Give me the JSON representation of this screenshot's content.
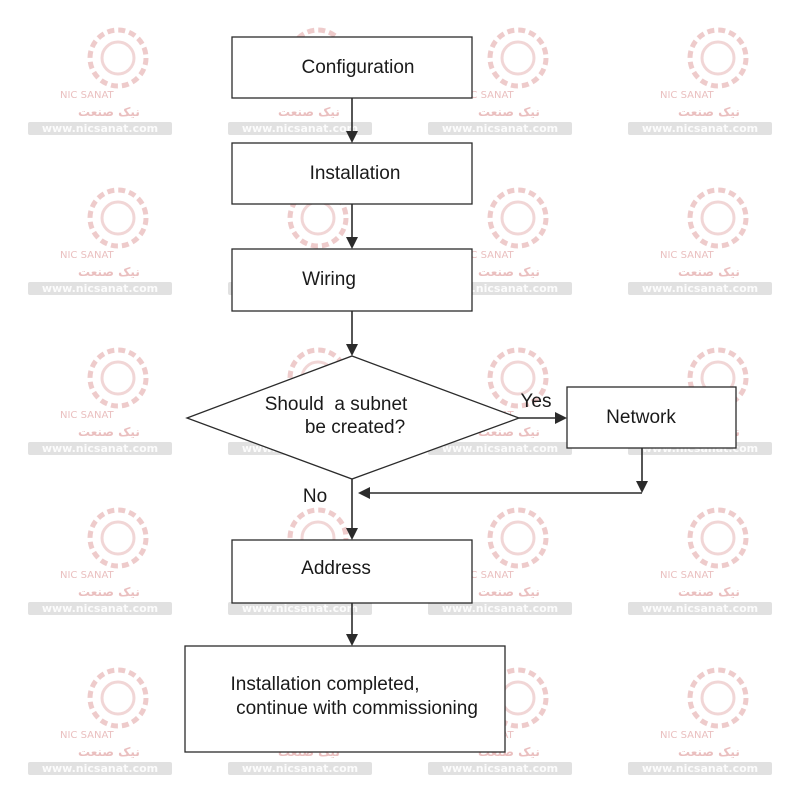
{
  "diagram": {
    "nodes": {
      "configuration": {
        "label": "Configuration"
      },
      "installation": {
        "label": "Installation"
      },
      "wiring": {
        "label": "Wiring"
      },
      "decision": {
        "line1": "Should  a subnet",
        "line2": "be created?"
      },
      "network": {
        "label": "Network"
      },
      "address": {
        "label": "Address"
      },
      "final": {
        "line1": "Installation completed,",
        "line2": "continue with commissioning"
      }
    },
    "edges": {
      "yes_label": "Yes",
      "no_label": "No"
    }
  },
  "watermark": {
    "brand_latin": "NIC SANAT",
    "brand_farsi": "نیک صنعت",
    "url": "www.nicsanat.com"
  }
}
